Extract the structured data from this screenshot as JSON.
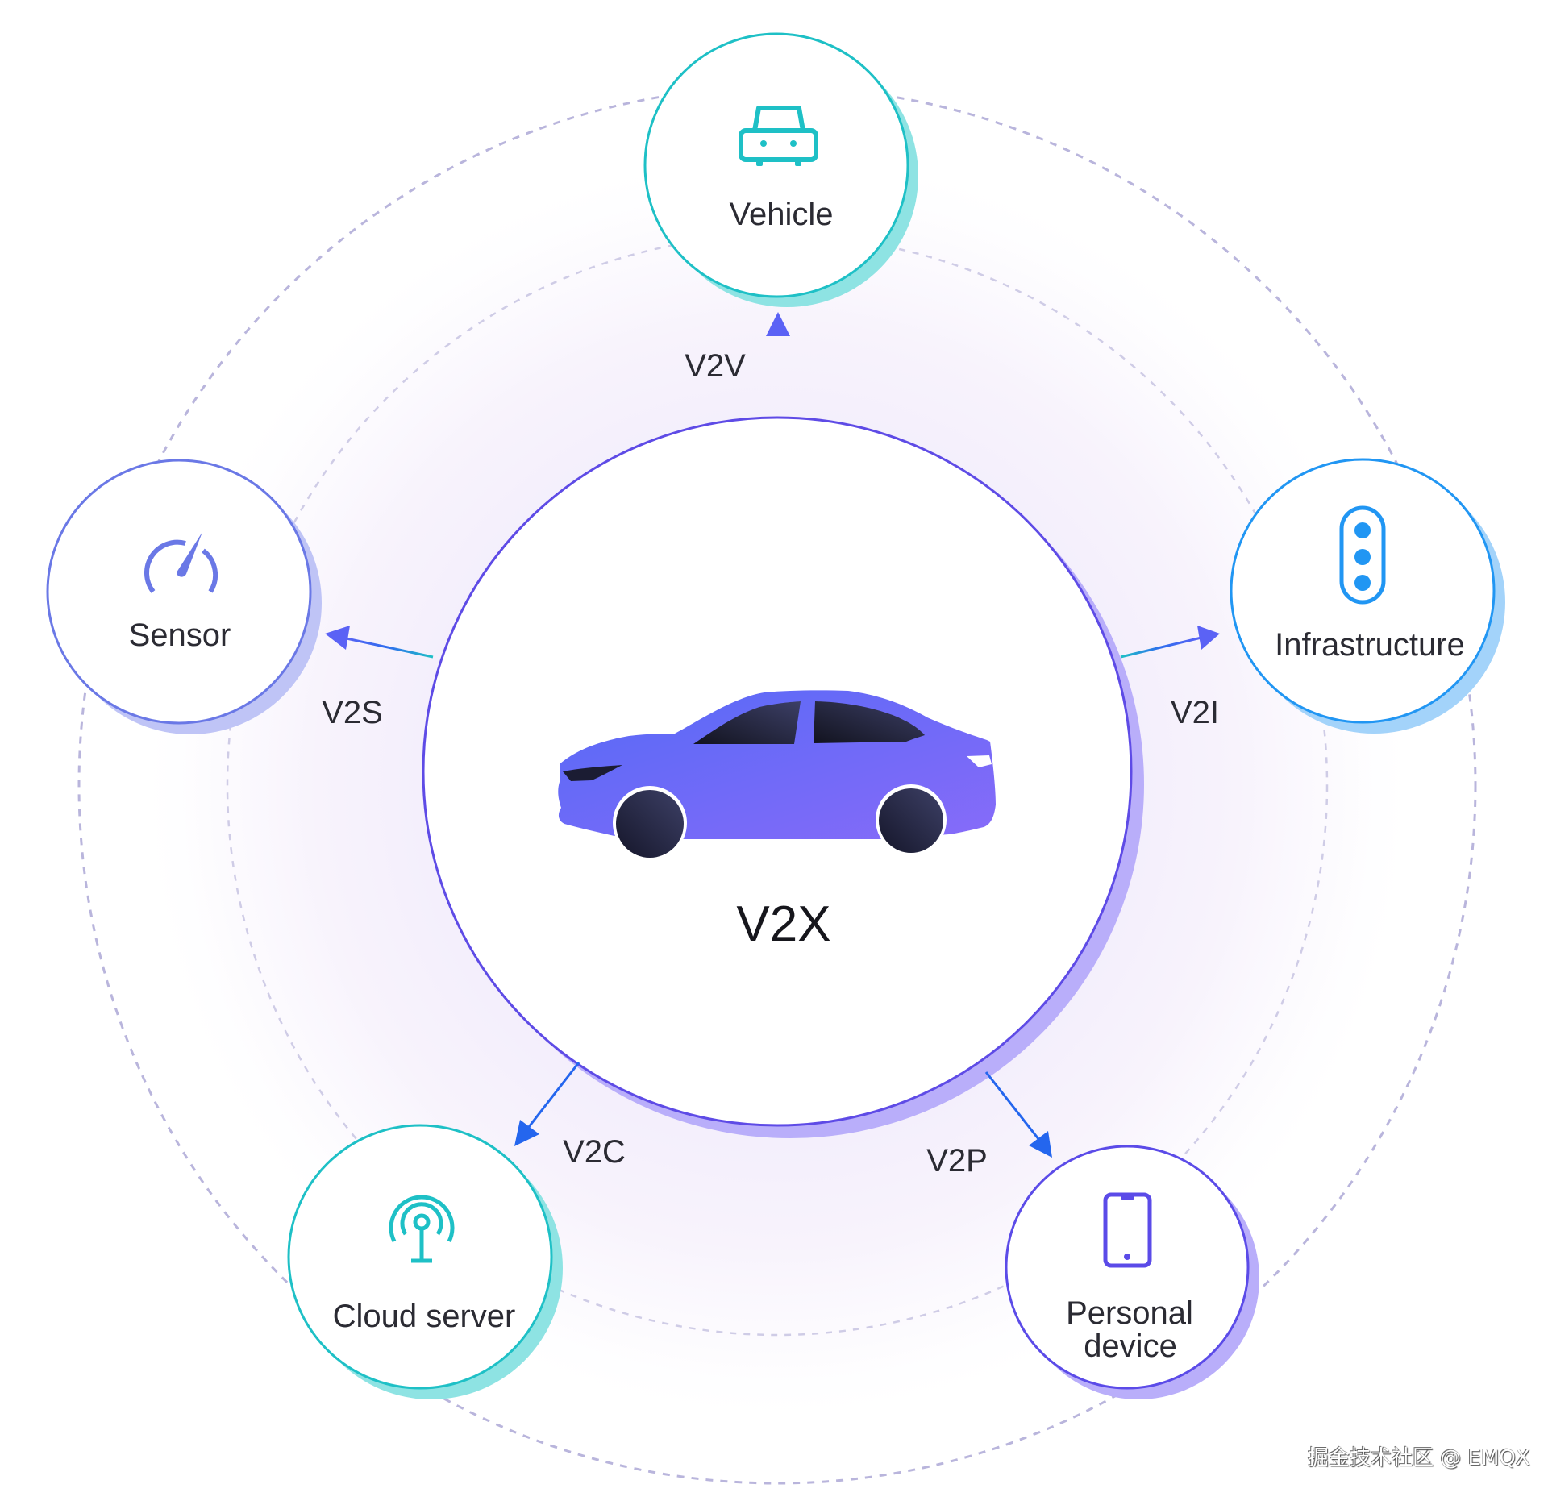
{
  "diagram": {
    "title": "V2X",
    "hub": {
      "label": "V2X",
      "icon": "sedan-car-illustration",
      "colors": {
        "body_start": "#5B68F5",
        "body_end": "#8468F8",
        "window": "#1c1d33",
        "border": "#5E4BE6",
        "shadow": "#B9AEFA"
      }
    },
    "nodes": [
      {
        "id": "vehicle",
        "label": "Vehicle",
        "icon": "car-front-icon",
        "color": "#1EC0C6",
        "shadow": "#8EE3E3"
      },
      {
        "id": "infrastructure",
        "label": "Infrastructure",
        "icon": "traffic-light-icon",
        "color": "#2196F3",
        "shadow": "#A3D3FA"
      },
      {
        "id": "personal-device",
        "label_line1": "Personal",
        "label_line2": "device",
        "icon": "smartphone-icon",
        "color": "#5B4BE8",
        "shadow": "#B9AEFA"
      },
      {
        "id": "cloud-server",
        "label": "Cloud server",
        "icon": "antenna-signal-icon",
        "color": "#1EC0C6",
        "shadow": "#8EE3E3"
      },
      {
        "id": "sensor",
        "label": "Sensor",
        "icon": "speedometer-gauge-icon",
        "color": "#6A78E6",
        "shadow": "#BFC4F6"
      }
    ],
    "links": [
      {
        "label": "V2V",
        "from": "V2X",
        "to": "Vehicle"
      },
      {
        "label": "V2I",
        "from": "V2X",
        "to": "Infrastructure"
      },
      {
        "label": "V2P",
        "from": "V2X",
        "to": "Personal device"
      },
      {
        "label": "V2C",
        "from": "V2X",
        "to": "Cloud server"
      },
      {
        "label": "V2S",
        "from": "V2X",
        "to": "Sensor"
      }
    ],
    "colors": {
      "dashed_ring": "#B7B3DA",
      "arrow_start": "#1EC0C6",
      "arrow_end": "#5B62F5",
      "arrow_blue": "#2466EE",
      "glow": "#EFEAFB"
    }
  },
  "watermark": "掘金技术社区 @ EMQX"
}
